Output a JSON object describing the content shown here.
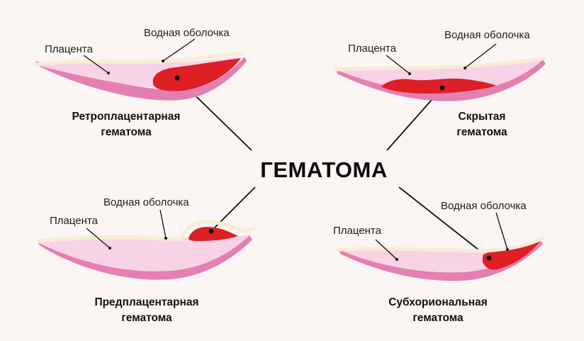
{
  "title": "ГЕМАТОМА",
  "colors": {
    "background": "#fbf5f3",
    "outer_wall": "#e57fb2",
    "placenta": "#f8d3e6",
    "membrane": "#f8ecd6",
    "hematoma": "#dd1f26"
  },
  "panels": {
    "top_left": {
      "membrane_label": "Водная оболочка",
      "placenta_label": "Плацента",
      "caption_line1": "Ретроплацентарная",
      "caption_line2": "гематома"
    },
    "top_right": {
      "membrane_label": "Водная оболочка",
      "placenta_label": "Плацента",
      "caption_line1": "Скрытая",
      "caption_line2": "гематома"
    },
    "bottom_left": {
      "membrane_label": "Водная оболочка",
      "placenta_label": "Плацента",
      "caption_line1": "Предплацентарная",
      "caption_line2": "гематома"
    },
    "bottom_right": {
      "membrane_label": "Водная оболочка",
      "placenta_label": "Плацента",
      "caption_line1": "Субхориональная",
      "caption_line2": "гематома"
    }
  }
}
